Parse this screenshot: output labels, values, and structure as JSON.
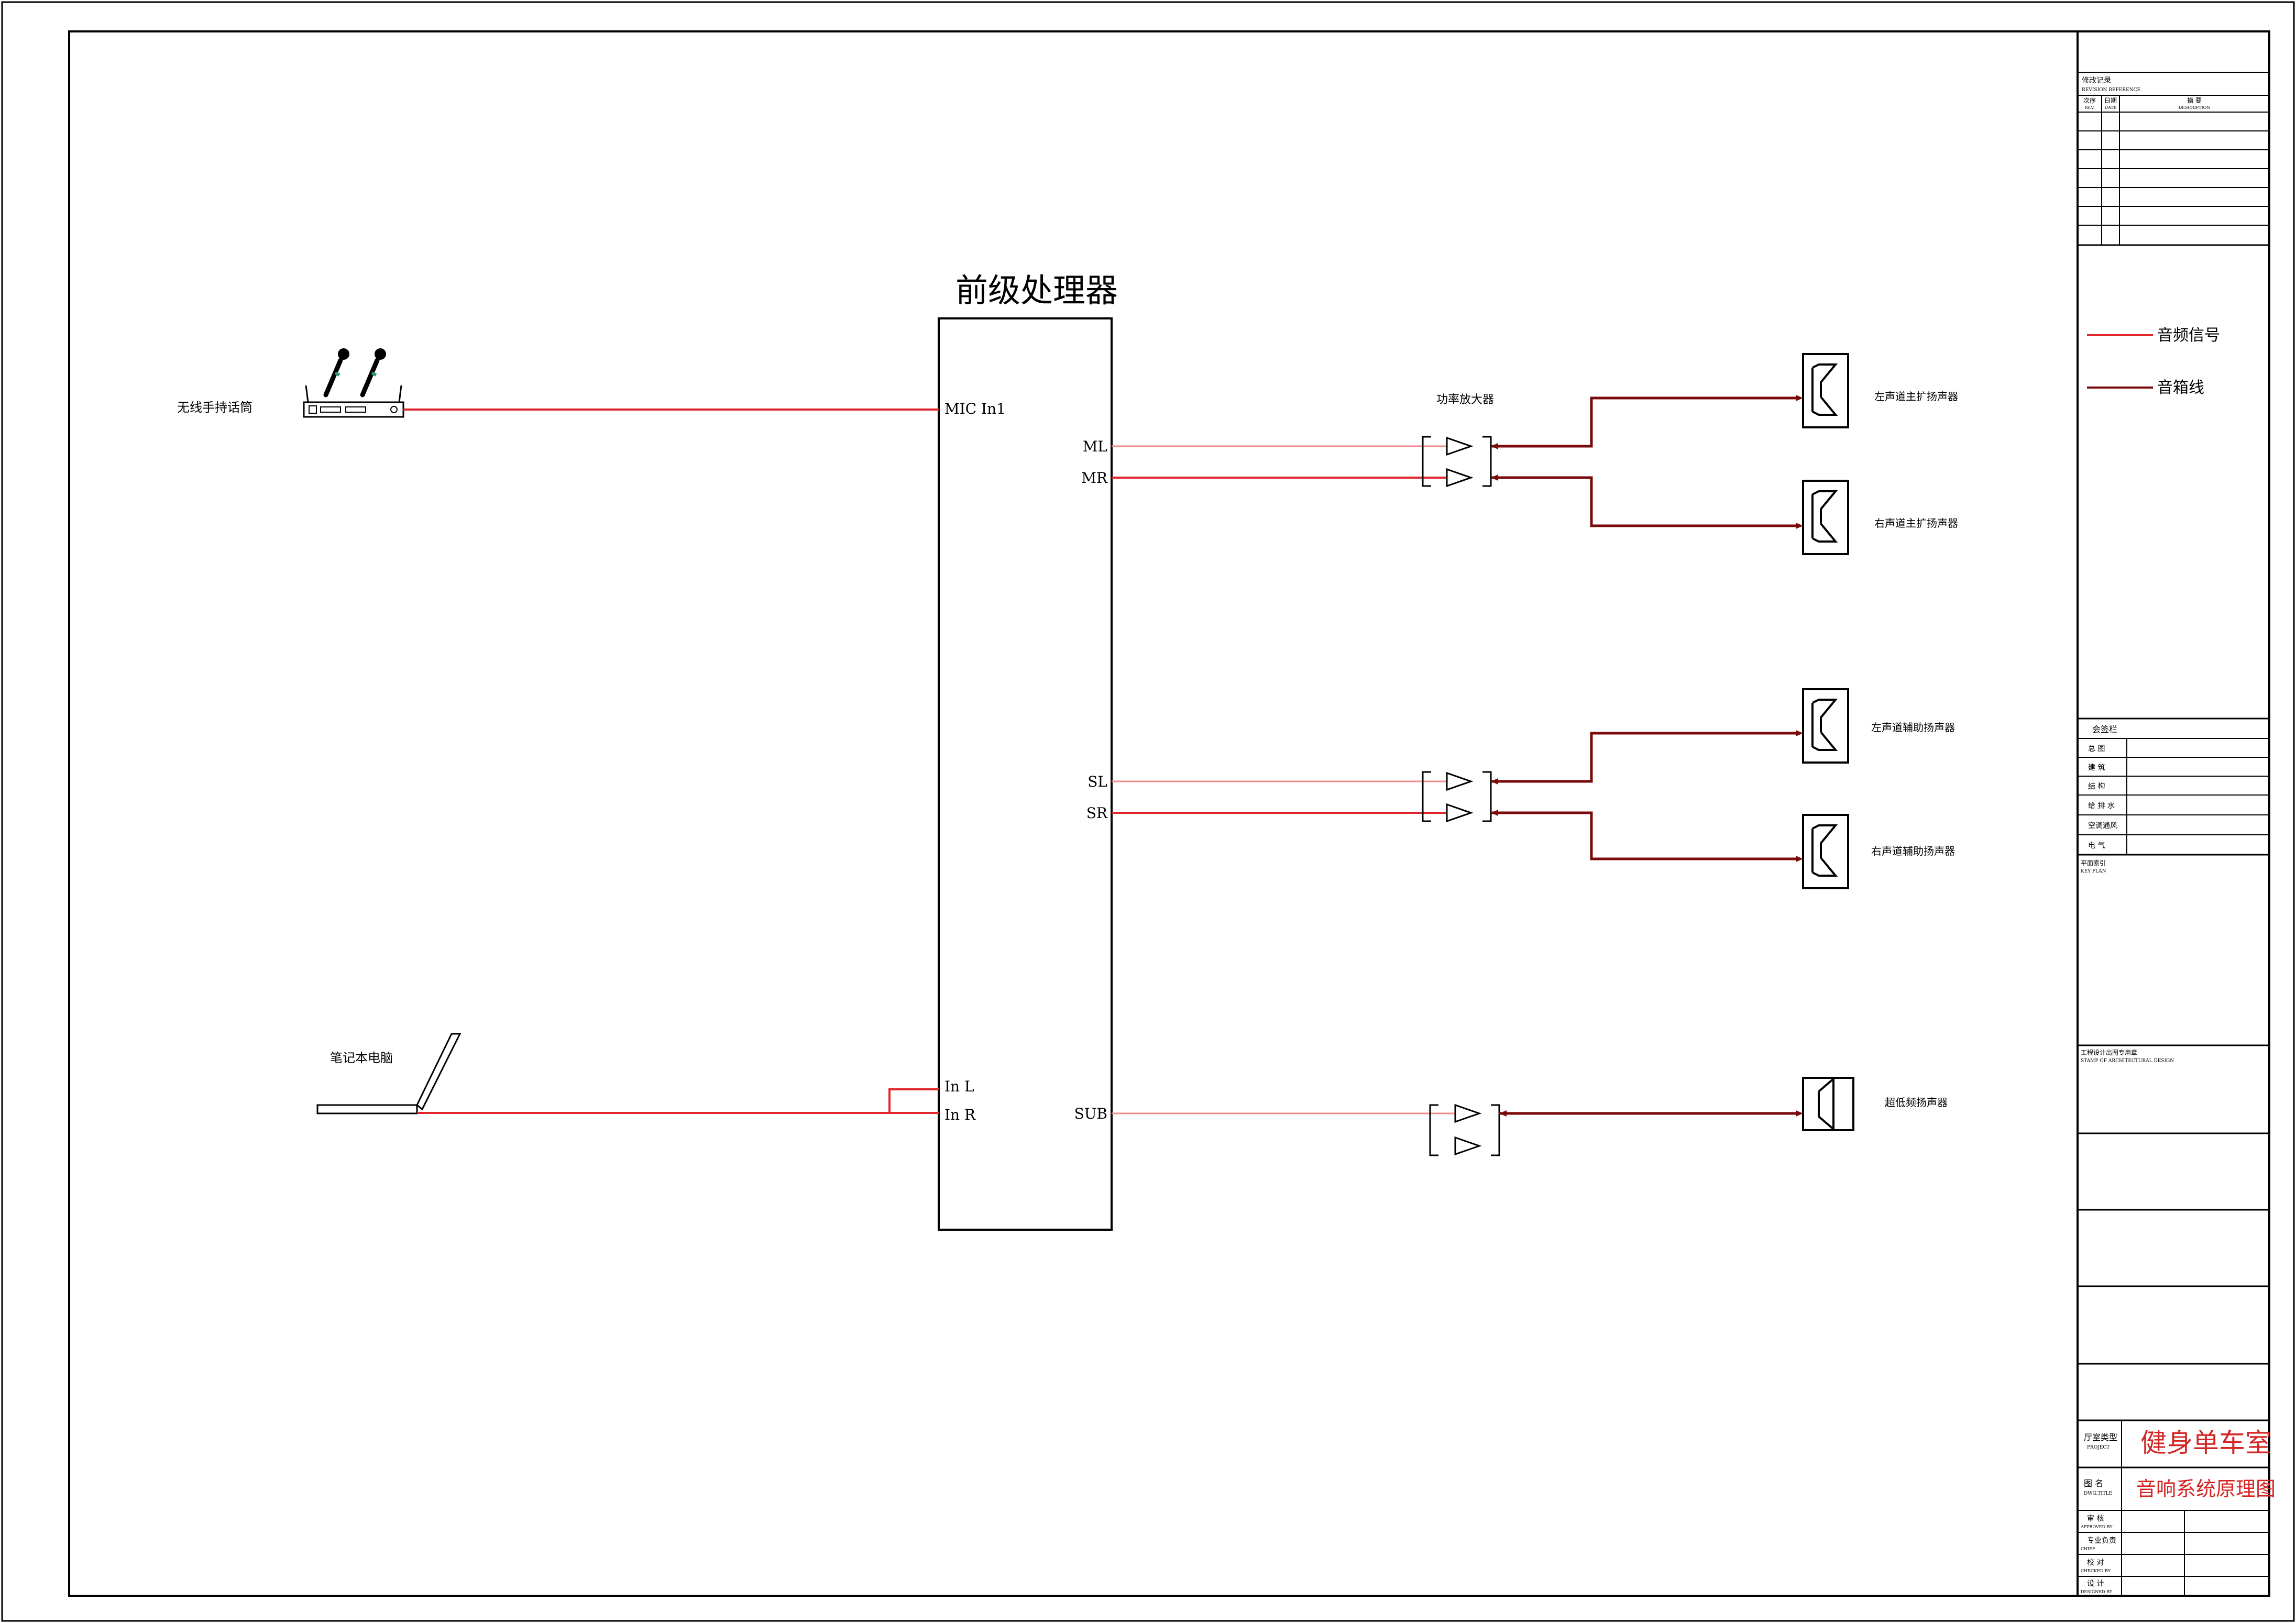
{
  "diagram": {
    "processor": {
      "title": "前级处理器",
      "mic_in": "MIC In1",
      "in_l": "In L",
      "in_r": "In R",
      "ml": "ML",
      "mr": "MR",
      "sl": "SL",
      "sr": "SR",
      "sub": "SUB"
    },
    "sources": {
      "wireless_mic": "无线手持话筒",
      "laptop": "笔记本电脑"
    },
    "amplifier_label": "功率放大器",
    "speakers": {
      "left_main": "左声道主扩扬声器",
      "right_main": "右声道主扩扬声器",
      "left_aux": "左声道辅助扬声器",
      "right_aux": "右声道辅助扬声器",
      "subwoofer": "超低频扬声器"
    },
    "legend": {
      "audio_signal": "音频信号",
      "speaker_cable": "音箱线"
    }
  },
  "colors": {
    "audio_signal": "#e0262a",
    "speaker_cable": "#7a0a0a",
    "title_red": "#d42525"
  },
  "title_block": {
    "revision_header": "修改记录",
    "revision_header_en": "REVISION REFERENCE",
    "rev_col": "次序",
    "rev_col_en": "REV.",
    "date_col": "日期",
    "date_col_en": "DATE",
    "desc_col": "摘      要",
    "desc_col_en": "DESCRIPTION",
    "signoff_header": "会签栏",
    "signoff_rows": [
      "总    图",
      "建    筑",
      "结    构",
      "给 排 水",
      "空调通风",
      "电    气"
    ],
    "key_plan": "平面索引",
    "key_plan_en": "KEY PLAN",
    "stamp": "工程设计出图专用章",
    "stamp_en": "STAMP OF ARCHITECTURAL DESIGN",
    "project_label": "厅室类型",
    "project_label_en": "PROJECT",
    "project_value": "健身单车室",
    "drawing_label": "图    名",
    "drawing_label_en": "DWG.TITLE",
    "drawing_value": "音响系统原理图",
    "approval_rows": [
      {
        "label": "审    核",
        "en": "APPROVED BY"
      },
      {
        "label": "专业负责",
        "en": "CHIEF"
      },
      {
        "label": "校    对",
        "en": "CHECKED BY"
      },
      {
        "label": "设    计",
        "en": "DESIGNED BY"
      }
    ]
  }
}
